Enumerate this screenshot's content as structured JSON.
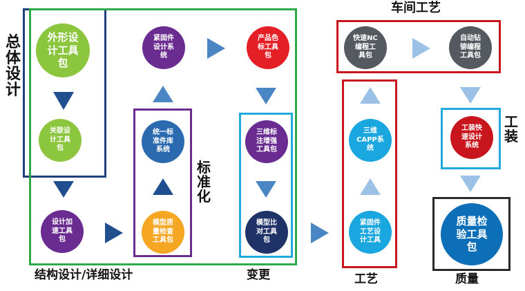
{
  "colors": {
    "navy": "#1f3f7a",
    "green": "#2ea94a",
    "purple": "#6b2b8f",
    "cyan": "#22a9dc",
    "red": "#c8151e",
    "black": "#2a2a2a",
    "arrow_dark": "#1f4f8f",
    "arrow_mid": "#4a85c4",
    "arrow_light": "#9bc2e6"
  },
  "labels": {
    "overall_design": "总\n体\n设\n计",
    "structure_design": "结构设计/详细设计",
    "standardization": "标\n准\n化",
    "change": "变更",
    "process": "工艺",
    "workshop_process": "车间工艺",
    "tooling": "工\n装",
    "quality": "质量"
  },
  "nodes": {
    "shape_design": "外形设\n计工具\n包",
    "related_design": "关联设\n计工具\n包",
    "design_accel": "设计加\n速工具\n包",
    "fastener_design": "紧固件\n设计系\n统",
    "std_parts_lib": "统一标\n准件库\n系统",
    "model_quality": "模型质\n量检查\n工具包",
    "product_color": "产品色\n标工具\n包",
    "3d_annotation": "三维标\n注增强\n工具包",
    "model_compare": "模型比\n对工具\n包",
    "fast_nc": "快速NC\n编程工\n具包",
    "auto_drill": "自动钻\n铆编程\n工具包",
    "3d_capp": "三维\nCAPP系\n统",
    "fastener_process": "紧固件\n工艺设\n计工具",
    "fixture_design": "工装快\n速设计\n系统",
    "quality_inspect": "质量检\n验工具\n包"
  }
}
